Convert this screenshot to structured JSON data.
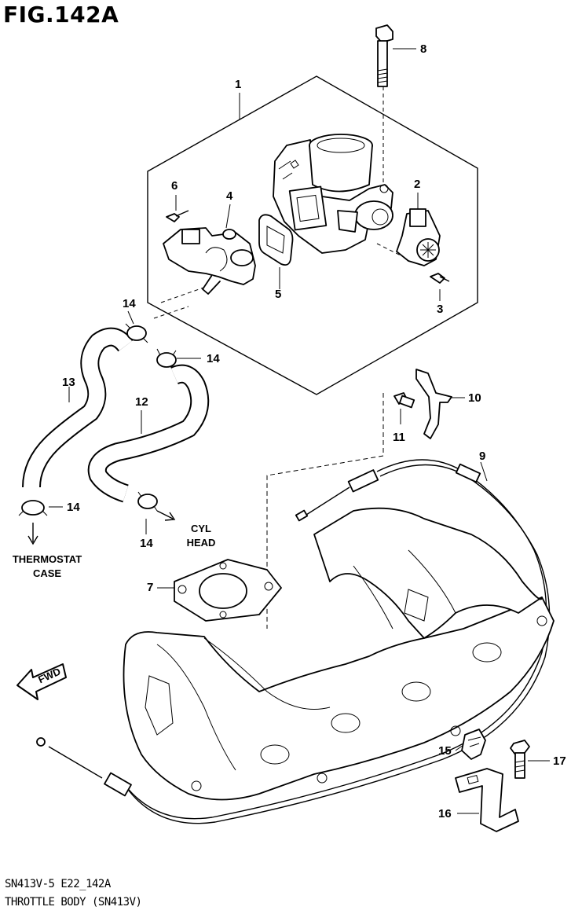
{
  "figure": {
    "title": "FIG.142A",
    "footer_code": "SN413V-5 E22_142A",
    "footer_caption": "THROTTLE BODY (SN413V)"
  },
  "callouts": [
    "1",
    "2",
    "3",
    "4",
    "5",
    "6",
    "7",
    "8",
    "9",
    "10",
    "11",
    "12",
    "13",
    "14",
    "14",
    "14",
    "14",
    "15",
    "16",
    "17"
  ],
  "notes": {
    "thermostat": [
      "THERMOSTAT",
      "CASE"
    ],
    "cyl_head": [
      "CYL",
      "HEAD"
    ],
    "fwd": "FWD"
  }
}
